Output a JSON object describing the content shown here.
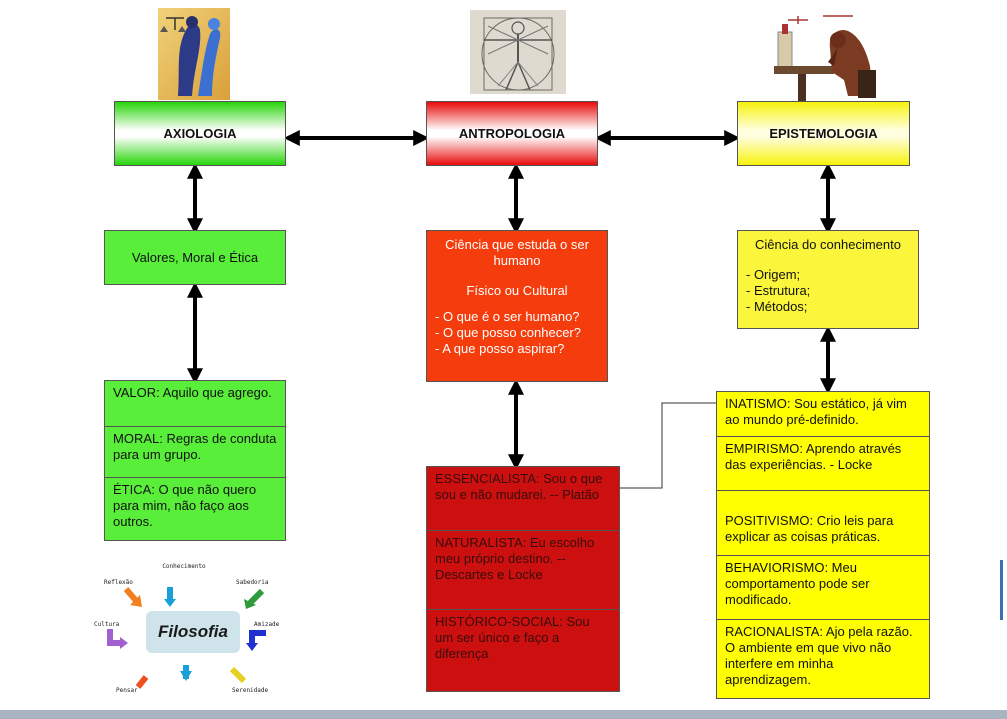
{
  "axiologia": {
    "title": "AXIOLOGIA",
    "summary": "Valores, Moral e Ética",
    "items": [
      "VALOR: Aquilo que agrego.",
      "MORAL: Regras de conduta para um grupo.",
      "ÉTICA: O que não quero para mim, não faço aos outros."
    ]
  },
  "antropologia": {
    "title": "ANTROPOLOGIA",
    "summary_lines": [
      "Ciência que estuda o ser humano",
      "Físico ou Cultural",
      "- O que é o ser humano?",
      "- O que posso conhecer?",
      "- A que posso aspirar?"
    ],
    "items": [
      "ESSENCIALISTA: Sou o que sou e não mudarei. -- Platão",
      "NATURALISTA: Eu escolho meu próprio destino. -- Descartes e Locke",
      "HISTÓRICO-SOCIAL: Sou um ser único e faço a diferença"
    ]
  },
  "epistemologia": {
    "title": "EPISTEMOLOGIA",
    "summary_lines": [
      "Ciência do conhecimento",
      "- Origem;",
      "- Estrutura;",
      "- Métodos;"
    ],
    "items": [
      "INATISMO: Sou estático, já vim ao mundo pré-definido.",
      "EMPIRISMO: Aprendo através das experiências.  - Locke",
      "POSITIVISMO: Crio leis para explicar as coisas práticas.",
      "BEHAVIORISMO: Meu comportamento pode ser modificado.",
      "RACIONALISTA: Ajo pela razão. O ambiente em que vivo não interfere em minha aprendizagem."
    ]
  },
  "filosofia_graphic": {
    "center": "Filosofia",
    "labels": [
      "Conhecimento",
      "Sabedoria",
      "Amizade",
      "Serenidade",
      "Pensar",
      "Cultura",
      "Reflexão"
    ]
  },
  "colors": {
    "green": "#58ee3a",
    "red_top": "#ff2a2a",
    "orange_red": "#f43c0c",
    "dark_red": "#cc1010",
    "yellow": "#fbf53b",
    "yellow_dark": "#f8f21a"
  }
}
